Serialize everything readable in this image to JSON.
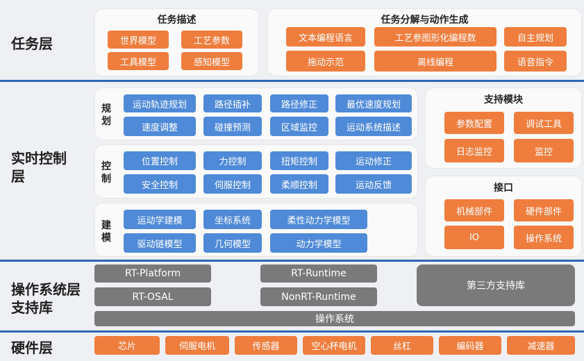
{
  "layers": {
    "task": "任务层",
    "realtime": "实时控制层",
    "os": "操作系统层支持库",
    "hardware": "硬件层"
  },
  "task_desc": {
    "title": "任务描述",
    "items": [
      "世界模型",
      "工艺参数",
      "工具模型",
      "感知模型"
    ]
  },
  "task_decomp": {
    "title": "任务分解与动作生成",
    "items": [
      "文本编程语言",
      "工艺参图形化编程数",
      "自主规划",
      "拖动示范",
      "离线编程",
      "语音指令"
    ]
  },
  "planning": {
    "label": "规划",
    "items": [
      "运动轨迹规划",
      "路径插补",
      "路径修正",
      "最优速度规划",
      "速度调整",
      "碰撞预测",
      "区域监控",
      "运动系统描述"
    ]
  },
  "control": {
    "label": "控制",
    "items": [
      "位置控制",
      "力控制",
      "扭矩控制",
      "运动修正",
      "安全控制",
      "伺服控制",
      "柔顺控制",
      "运动反馈"
    ]
  },
  "modeling": {
    "label": "建模",
    "items": [
      "运动学建模",
      "坐标系统",
      "柔性动力学模型",
      "驱动链模型",
      "几何模型",
      "动力学模型"
    ]
  },
  "support": {
    "title": "支持模块",
    "items": [
      "参数配置",
      "调试工具",
      "日志监控",
      "监控"
    ]
  },
  "interface": {
    "title": "接口",
    "items": [
      "机械部件",
      "硬件部件",
      "IO",
      "操作系统"
    ]
  },
  "os_libs": {
    "items": [
      "RT-Platform",
      "RT-Runtime",
      "RT-OSAL",
      "NonRT-Runtime",
      "第三方支持库",
      "操作系统"
    ]
  },
  "hardware": {
    "items": [
      "芯片",
      "伺服电机",
      "传感器",
      "空心杯电机",
      "丝杠",
      "编码器",
      "减速器"
    ]
  },
  "colors": {
    "orange": "#ef7d3d",
    "blue": "#4f8ad8",
    "gray": "#7a7a7a",
    "divider": "#2d66b5"
  }
}
